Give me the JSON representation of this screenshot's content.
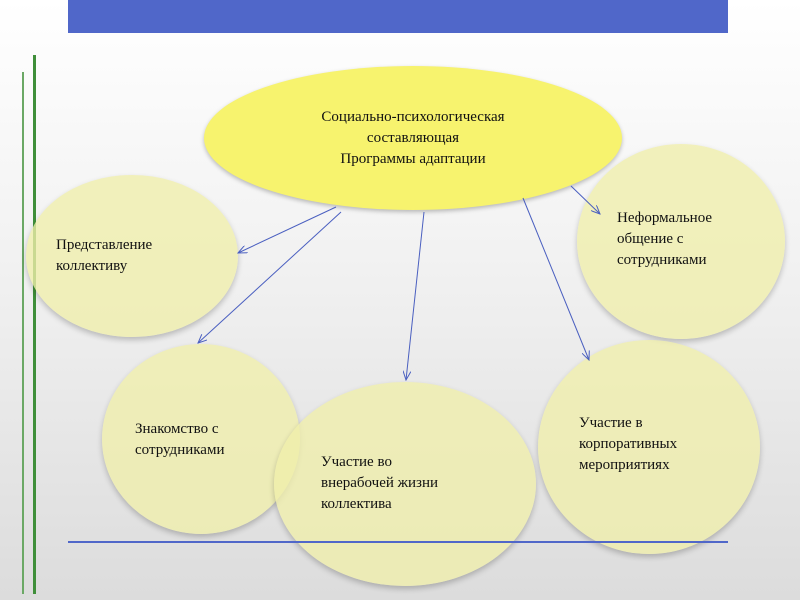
{
  "central": {
    "line1": "Социально-психологическая",
    "line2": "составляющая",
    "line3": "Программы адаптации"
  },
  "nodes": {
    "team": {
      "line1": "Представление",
      "line2": "коллективу"
    },
    "colleagues": {
      "line1": "Знакомство с",
      "line2": "сотрудниками"
    },
    "extra_work": {
      "line1": "Участие во",
      "line2": "внерабочей жизни",
      "line3": "коллектива"
    },
    "corporate": {
      "line1": "Участие в",
      "line2": "корпоративных",
      "line3": "мероприятиях"
    },
    "informal": {
      "line1": "Неформальное",
      "line2": "общение с",
      "line3": "сотрудниками"
    }
  },
  "colors": {
    "top_bar": "#5067c9",
    "central_fill": "#f7f36e",
    "bubble_fill": "#f0eeaa",
    "arrow": "#4a5fc0",
    "side_line": "#3f8f3a"
  }
}
